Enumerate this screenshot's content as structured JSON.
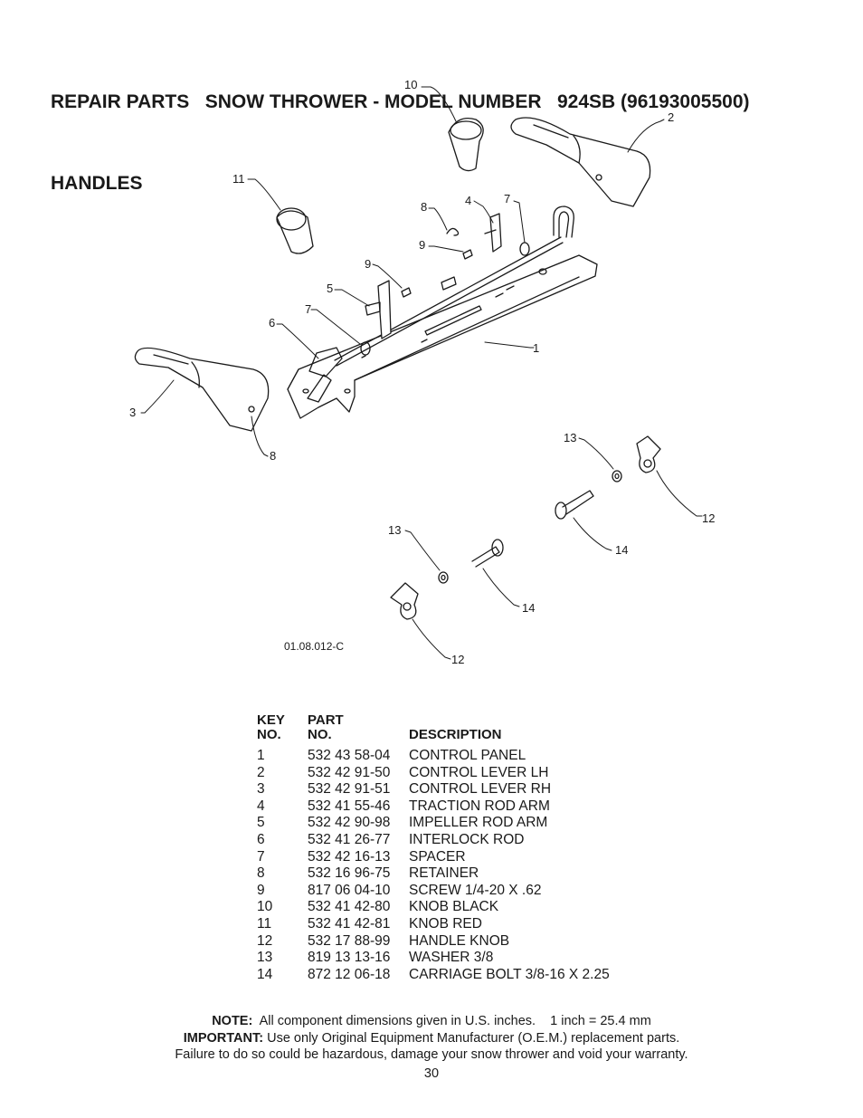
{
  "title": {
    "line1": "REPAIR PARTS   SNOW THROWER - MODEL NUMBER   924SB (96193005500)",
    "line2": "HANDLES"
  },
  "figure": {
    "code": "01.08.012-C",
    "callouts": {
      "c1": "1",
      "c2": "2",
      "c3": "3",
      "c4": "4",
      "c5": "5",
      "c6": "6",
      "c7a": "7",
      "c7b": "7",
      "c8a": "8",
      "c8b": "8",
      "c9a": "9",
      "c9b": "9",
      "c10": "10",
      "c11": "11",
      "c12a": "12",
      "c12b": "12",
      "c13a": "13",
      "c13b": "13",
      "c14a": "14",
      "c14b": "14"
    }
  },
  "table": {
    "headers": {
      "key_top": "KEY",
      "key_bottom": "NO.",
      "part_top": "PART",
      "part_bottom": "NO.",
      "description": "DESCRIPTION"
    },
    "rows": [
      {
        "key": "1",
        "part": "532 43 58-04",
        "desc": "CONTROL PANEL"
      },
      {
        "key": "2",
        "part": "532 42 91-50",
        "desc": "CONTROL LEVER LH"
      },
      {
        "key": "3",
        "part": "532 42 91-51",
        "desc": "CONTROL LEVER RH"
      },
      {
        "key": "4",
        "part": "532 41 55-46",
        "desc": "TRACTION ROD ARM"
      },
      {
        "key": "5",
        "part": "532 42 90-98",
        "desc": "IMPELLER ROD ARM"
      },
      {
        "key": "6",
        "part": "532 41 26-77",
        "desc": "INTERLOCK ROD"
      },
      {
        "key": "7",
        "part": "532 42 16-13",
        "desc": "SPACER"
      },
      {
        "key": "8",
        "part": "532 16 96-75",
        "desc": "RETAINER"
      },
      {
        "key": "9",
        "part": "817 06 04-10",
        "desc": "SCREW 1/4-20 X .62"
      },
      {
        "key": "10",
        "part": "532 41 42-80",
        "desc": "KNOB BLACK"
      },
      {
        "key": "11",
        "part": "532 41 42-81",
        "desc": "KNOB RED"
      },
      {
        "key": "12",
        "part": "532 17 88-99",
        "desc": "HANDLE KNOB"
      },
      {
        "key": "13",
        "part": "819 13 13-16",
        "desc": "WASHER 3/8"
      },
      {
        "key": "14",
        "part": "872 12 06-18",
        "desc": "CARRIAGE BOLT 3/8-16 X 2.25"
      }
    ]
  },
  "notes": {
    "note_label": "NOTE:",
    "note_text": "  All component dimensions given in U.S. inches.    1 inch = 25.4 mm",
    "important_label": "IMPORTANT:",
    "important_text": " Use only Original Equipment Manufacturer (O.E.M.) replacement parts.",
    "warning": "Failure to do so could be hazardous, damage your snow thrower and void your warranty."
  },
  "page_number": "30"
}
